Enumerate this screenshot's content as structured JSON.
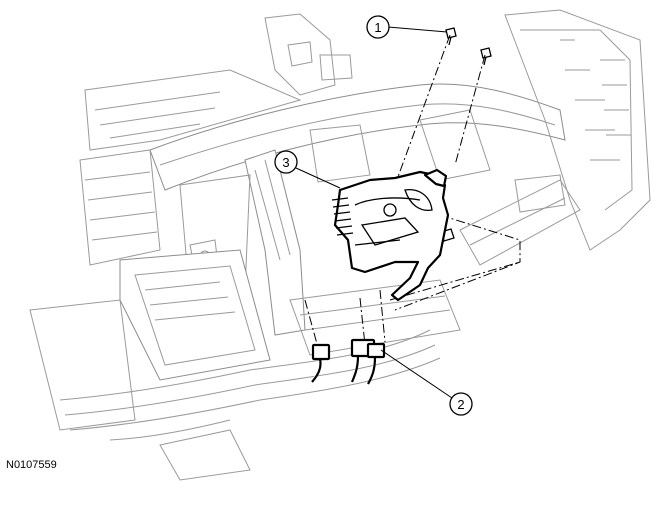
{
  "callouts": [
    {
      "label": "1"
    },
    {
      "label": "2"
    },
    {
      "label": "3"
    }
  ],
  "figure_id": "N0107559"
}
